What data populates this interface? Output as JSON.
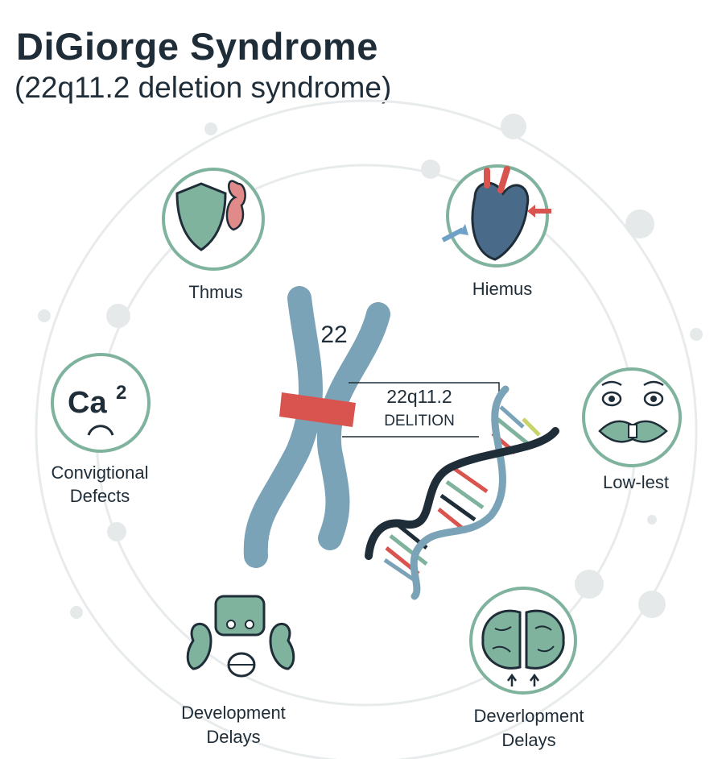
{
  "title": "DiGiorge Syndrome",
  "subtitle": "(22q11.2 deletion syndrome)",
  "chromosome": {
    "number": "22",
    "callout_line1": "22q11.2",
    "callout_line2": "DELITION"
  },
  "features": [
    {
      "label": "Thmus",
      "icon": "thymus-shield-icon"
    },
    {
      "label": "Hiemus",
      "icon": "heart-icon"
    },
    {
      "label_main": "Ca",
      "label_sup": "2",
      "line1": "Convigtional",
      "line2": "Defects",
      "icon": "calcium-frown-icon"
    },
    {
      "label": "Low-lest",
      "icon": "face-icon"
    },
    {
      "line1": "Development",
      "line2": "Delays",
      "icon": "ears-face-icon"
    },
    {
      "line1": "Deverlopment",
      "line2": "Delays",
      "icon": "brain-icon"
    }
  ],
  "colors": {
    "teal": "#7fb39e",
    "chromosome": "#7ba3b8",
    "red": "#d9534f",
    "dark": "#1f2d38",
    "ring": "#e6e9ea"
  }
}
